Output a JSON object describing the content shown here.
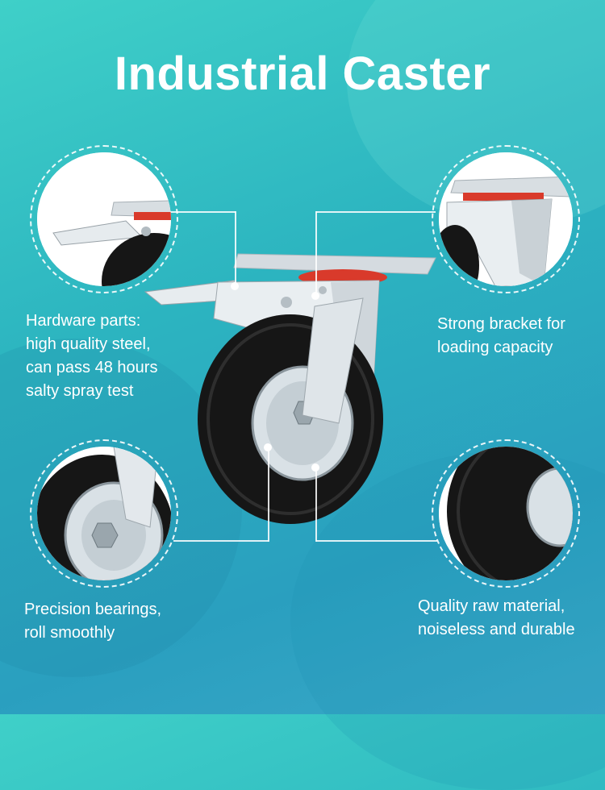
{
  "title": "Industrial Caster",
  "callouts": {
    "hardware": [
      "Hardware parts:",
      "high quality steel,",
      "can pass 48 hours",
      "salty spray test"
    ],
    "bracket": [
      "Strong bracket for",
      "loading capacity"
    ],
    "bearings": [
      "Precision bearings,",
      "roll smoothly"
    ],
    "material": [
      "Quality raw material,",
      "noiseless and durable"
    ]
  },
  "colors": {
    "bg_start": "#3fd0c8",
    "bg_end": "#2a9fbf",
    "text": "#ffffff",
    "accent_red": "#d93a2b",
    "rubber": "#151515",
    "steel": "#c9d2d8"
  }
}
